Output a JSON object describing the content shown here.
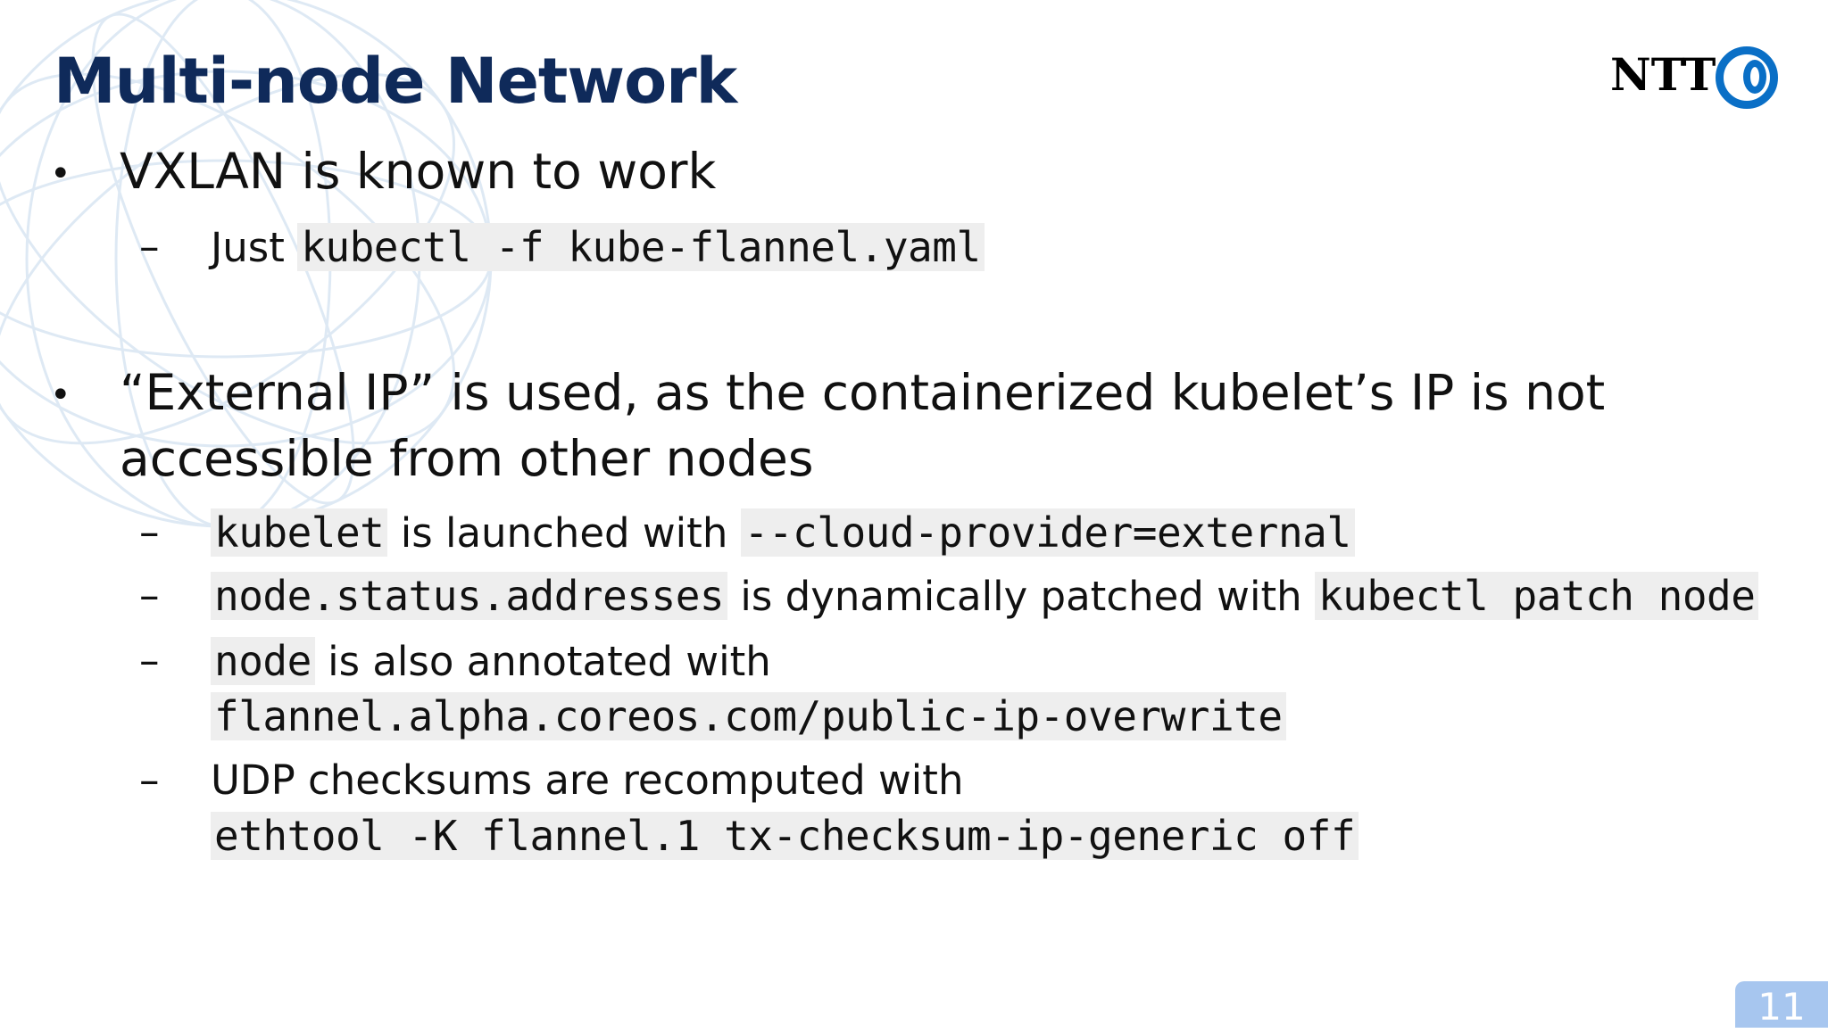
{
  "slide": {
    "title": "Multi-node Network",
    "logo_text": "NTT",
    "page_number": "11"
  },
  "bullets": [
    {
      "text": "VXLAN is known to work",
      "subs": [
        {
          "prefix": "Just",
          "code": "kubectl -f kube-flannel.yaml"
        }
      ]
    },
    {
      "text_line1": "“External IP” is used, as the containerized kubelet’s IP is not",
      "text_line2": "accessible from other nodes",
      "subs": [
        {
          "code1": "kubelet",
          "text": "is launched with",
          "code2": "--cloud-provider=external"
        },
        {
          "code1": "node.status.addresses",
          "text": "is dynamically patched with",
          "code2": "kubectl patch node"
        },
        {
          "code1": "node",
          "text": "is also annotated with",
          "code2": "flannel.alpha.coreos.com/public-ip-overwrite"
        },
        {
          "text": "UDP checksums are recomputed with",
          "code2": "ethtool -K flannel.1 tx-checksum-ip-generic off"
        }
      ]
    }
  ],
  "colors": {
    "title": "#0f2a5a",
    "logo_blue": "#0a6fc6",
    "code_bg": "#eeeeee",
    "page_badge": "#a7c6ef"
  }
}
